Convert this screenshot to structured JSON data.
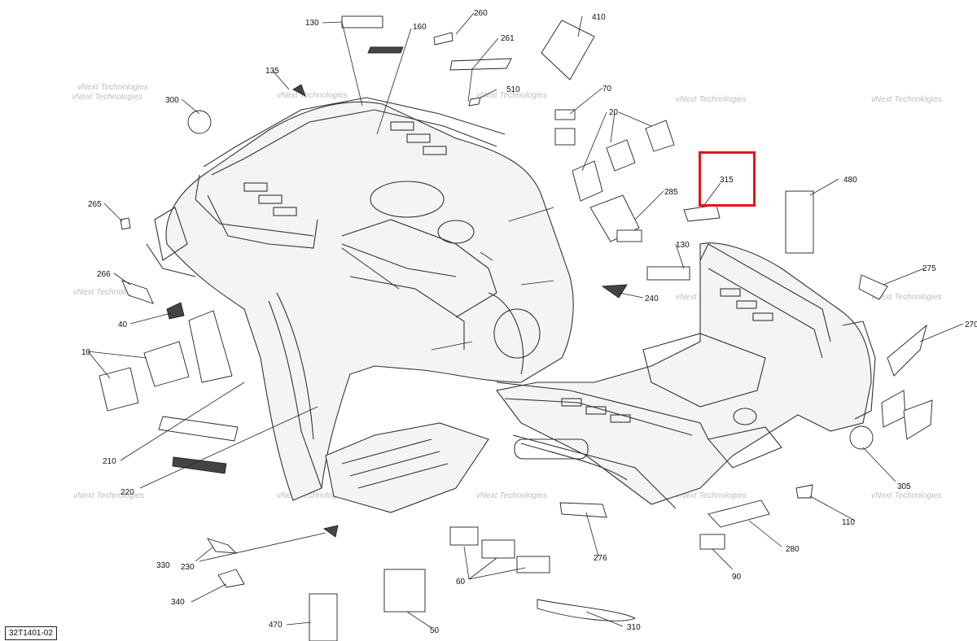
{
  "diagram": {
    "drawing_code": "32T1401-02",
    "highlight_label": "315",
    "watermark": "vNext Technologies",
    "labels": {
      "l130a": "130",
      "l160": "160",
      "l260": "260",
      "l261": "261",
      "l410": "410",
      "l135": "135",
      "l510": "510",
      "l70": "70",
      "l300": "300",
      "l20": "20",
      "l315": "315",
      "l480": "480",
      "l285": "285",
      "l265": "265",
      "l130b": "130",
      "l275": "275",
      "l266": "266",
      "l240": "240",
      "l40": "40",
      "l270": "270",
      "l10": "10",
      "l210": "210",
      "l220": "220",
      "l305": "305",
      "l110": "110",
      "l280": "280",
      "l276": "276",
      "l330": "330",
      "l230": "230",
      "l60": "60",
      "l90": "90",
      "l340": "340",
      "l470": "470",
      "l50": "50",
      "l310": "310"
    }
  }
}
